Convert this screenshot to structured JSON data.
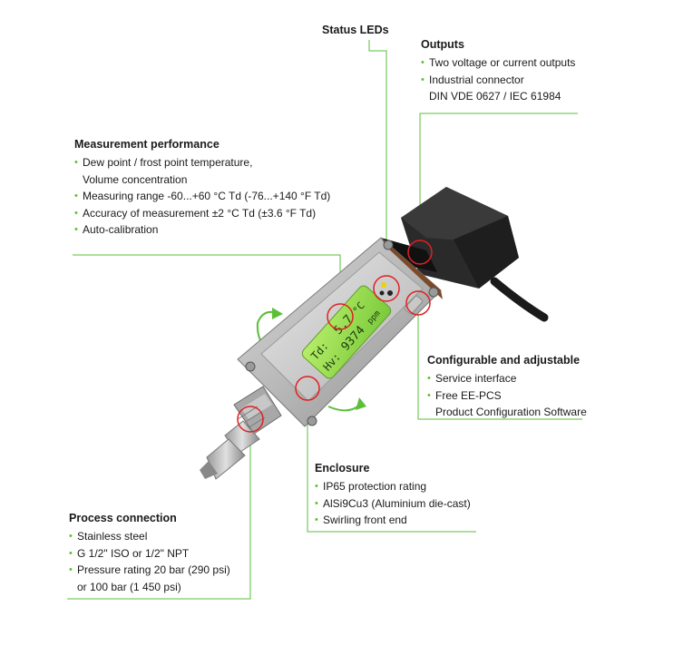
{
  "status_leds": {
    "title": "Status LEDs"
  },
  "outputs": {
    "title": "Outputs",
    "items": [
      "Two voltage or current outputs",
      "Industrial connector",
      "DIN VDE 0627 / IEC 61984"
    ]
  },
  "measurement": {
    "title": "Measurement performance",
    "items": [
      "Dew point / frost point temperature,",
      "Volume concentration",
      "Measuring range -60...+60 °C Td (-76...+140 °F Td)",
      "Accuracy of measurement ±2 °C Td (±3.6 °F Td)",
      "Auto-calibration"
    ]
  },
  "configurable": {
    "title": "Configurable and adjustable",
    "items": [
      "Service interface",
      "Free EE-PCS",
      "Product Configuration Software"
    ]
  },
  "enclosure": {
    "title": "Enclosure",
    "items": [
      "IP65 protection rating",
      "AlSi9Cu3 (Aluminium die-cast)",
      "Swirling front end"
    ]
  },
  "process": {
    "title": "Process connection",
    "items": [
      "Stainless steel",
      "G 1/2\" ISO or 1/2\" NPT",
      "Pressure rating 20 bar (290 psi)",
      "or 100 bar (1 450 psi)"
    ]
  },
  "display": {
    "line1_label": "Td:",
    "line1_value": "5.7",
    "line1_unit": "°C",
    "line2_label": "Hv:",
    "line2_value": "9374",
    "line2_unit": "ppm"
  },
  "colors": {
    "accent_green": "#5bbf3a",
    "callout_red": "#e02020",
    "lcd_green": "#9be04a"
  }
}
